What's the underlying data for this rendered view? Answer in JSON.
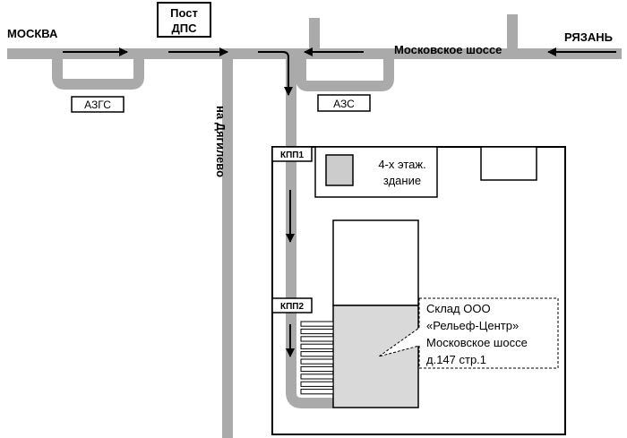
{
  "cities": {
    "left": "МОСКВА",
    "right": "РЯЗАНЬ"
  },
  "highway": {
    "label": "Московское шоссе"
  },
  "side_road": {
    "label": "на Дягилево"
  },
  "police_post": {
    "line1": "Пост",
    "line2": "ДПС"
  },
  "gas_stations": {
    "lpg": "АЗГС",
    "fuel": "АЗС"
  },
  "checkpoints": {
    "first": "КПП1",
    "second": "КПП2"
  },
  "building": {
    "line1": "4-х этаж.",
    "line2": "здание"
  },
  "warehouse": {
    "line1": "Склад ООО",
    "line2": "«Рельеф-Центр»",
    "line3": "Московское шоссе",
    "line4": "д.147 стр.1"
  },
  "colors": {
    "road": "#aaaaaa",
    "warehouse_fill": "#d9d9d9",
    "building_fill": "#cccccc",
    "outline": "#000000"
  },
  "icons": {
    "direction": "arrow-icon",
    "loading_docks": "loading-dock-icon"
  }
}
